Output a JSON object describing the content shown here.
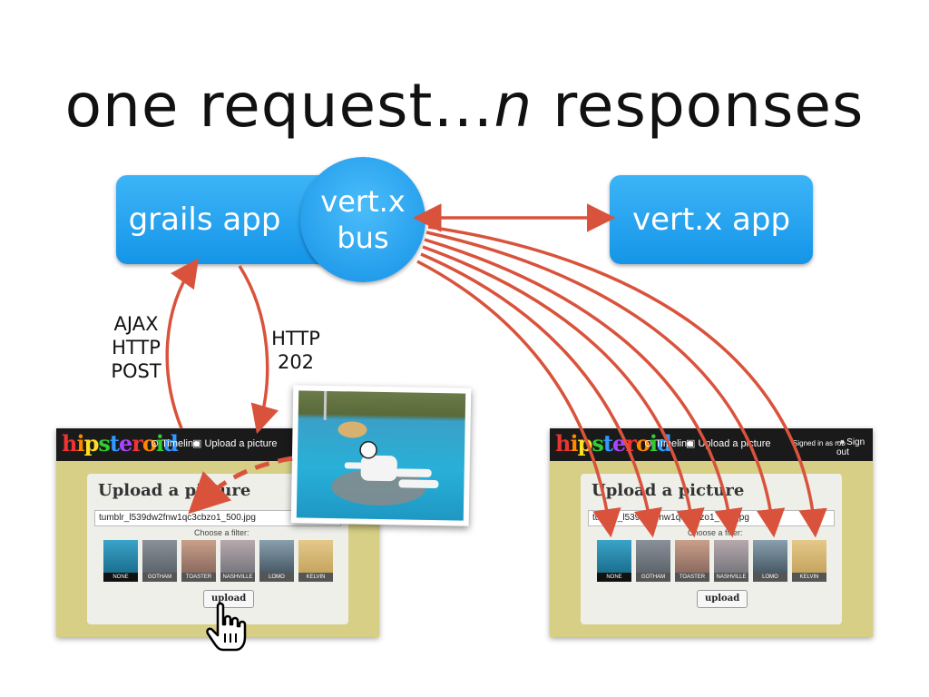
{
  "title": {
    "main": "one request…",
    "italic": "n",
    "rest": " responses"
  },
  "nodes": {
    "grails_app": "grails app",
    "vertx_bus_line1": "vert.x",
    "vertx_bus_line2": "bus",
    "vertx_app": "vert.x app"
  },
  "labels": {
    "ajax_lines": [
      "AJAX",
      "HTTP",
      "POST"
    ],
    "http_lines": [
      "HTTP",
      "202"
    ]
  },
  "app_screen": {
    "logo": "hipsteroid",
    "nav_timeline": "⊙ Timeline",
    "nav_upload": "▣ Upload a picture",
    "signed_in": "Signed in as rob",
    "sign_out": "⇥ Sign out",
    "panel_title": "Upload a picture",
    "filename": "tumblr_l539dw2fnw1qc3cbzo1_500.jpg",
    "choose_filter": "Choose a filter:",
    "filters": [
      "NONE",
      "GOTHAM",
      "TOASTER",
      "NASHVILLE",
      "LOMO",
      "KELVIN"
    ],
    "upload_button": "upload"
  },
  "colors": {
    "node_blue": "#1a9af0",
    "arrow_red": "#d9533c",
    "nav_dark": "#1a1a1a",
    "page_khaki": "#d6cf85"
  }
}
